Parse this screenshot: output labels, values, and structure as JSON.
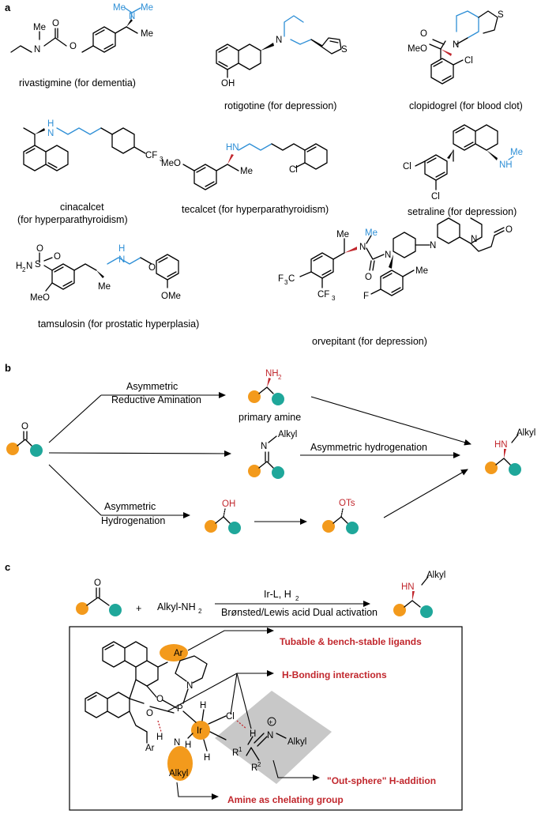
{
  "colors": {
    "amine_blue": "#2e8fd6",
    "stereo_red": "#c1272d",
    "highlight_red": "#c1272d",
    "alkylamine_magenta": "#e020c8",
    "ketone_orange": "#f39a1c",
    "ketone_teal": "#1fa79a",
    "grey_region": "#c8c8c8"
  },
  "panel_a": {
    "letter": "a",
    "drugs": [
      {
        "label": "rivastigmine (for dementia)",
        "atoms": {
          "n1": "N",
          "o1": "O",
          "o2": "O",
          "nme2": "N",
          "me_a": "Me",
          "me_b": "Me",
          "me_n": "Me",
          "me_c": "Me"
        }
      },
      {
        "label": "rotigotine (for depression)",
        "atoms": {
          "n": "N",
          "oh": "OH",
          "s": "S"
        }
      },
      {
        "label": "clopidogrel (for blood clot)",
        "atoms": {
          "s": "S",
          "n": "N",
          "o": "O",
          "meo": "MeO",
          "cl": "Cl"
        }
      },
      {
        "label_line1": "cinacalcet",
        "label_line2": "(for hyperparathyroidism)",
        "atoms": {
          "hn": "H",
          "n": "N",
          "cf3": "CF",
          "sub3": "3"
        }
      },
      {
        "label": "tecalcet (for hyperparathyroidism)",
        "atoms": {
          "hn": "HN",
          "meo": "MeO",
          "me": "Me",
          "cl": "Cl"
        }
      },
      {
        "label": "setraline (for depression)",
        "atoms": {
          "cl1": "Cl",
          "cl2": "Cl",
          "nh": "NH",
          "me": "Me"
        }
      },
      {
        "label": "tamsulosin (for prostatic hyperplasia)",
        "atoms": {
          "s": "S",
          "o1": "O",
          "o2": "O",
          "h2n": "H",
          "h2n_sub": "2",
          "h2n_n": "N",
          "meo": "MeO",
          "me": "Me",
          "h": "H",
          "n": "N",
          "o": "O",
          "ome": "OMe"
        }
      },
      {
        "label": "orvepitant (for depression)",
        "atoms": {
          "me1": "Me",
          "n1": "N",
          "me2": "Me",
          "o": "O",
          "n2": "N",
          "n3": "N",
          "n4": "N",
          "o2": "O",
          "f3c": "F",
          "f3c_sub": "3",
          "f3c_c": "C",
          "cf3": "CF",
          "cf3_sub": "3",
          "me3": "Me",
          "f": "F"
        }
      }
    ]
  },
  "panel_b": {
    "letter": "b",
    "path1_label_line1": "Asymmetric",
    "path1_label_line2": "Reductive Amination",
    "primary_amine_label": "primary amine",
    "nh2": "NH",
    "nh2_sub": "2",
    "imine_alkyl": "Alkyl",
    "imine_n": "N",
    "ketone_o": "O",
    "asym_hydrogenation_label": "Asymmetric hydrogenation",
    "path3_label_line1": "Asymmetric",
    "path3_label_line2": "Hydrogenation",
    "oh": "OH",
    "ots": "OTs",
    "product_hn": "HN",
    "product_alkyl": "Alkyl"
  },
  "panel_c": {
    "letter": "c",
    "ketone_o": "O",
    "plus": "+",
    "alkyl_nh2": "Alkyl-NH",
    "alkyl_nh2_sub": "2",
    "conditions_top": "Ir-L, H",
    "conditions_top_sub": "2",
    "conditions_bottom": "Brønsted/Lewis acid Dual activation",
    "product_hn": "HN",
    "product_alkyl": "Alkyl",
    "complex_atoms": {
      "ar_top": "Ar",
      "ar_bottom": "Ar",
      "o1": "O",
      "o2": "O",
      "p": "P",
      "n_pip": "N",
      "ir": "Ir",
      "h1": "H",
      "h2": "H",
      "h3": "H",
      "cl": "Cl",
      "hn_h": "H",
      "hn_n": "N",
      "alkyl": "Alkyl",
      "iminium_h": "H",
      "iminium_n": "N",
      "plus": "+",
      "iminium_alkyl": "Alkyl",
      "r1": "R",
      "r1_sup": "1",
      "r2": "R",
      "r2_sup": "2"
    },
    "callouts": {
      "tunable": "Tubable & bench-stable ligands",
      "hbond": "H-Bonding interactions",
      "outer": "\"Out-sphere\" H-addition",
      "chelating": "Amine as chelating group"
    }
  }
}
